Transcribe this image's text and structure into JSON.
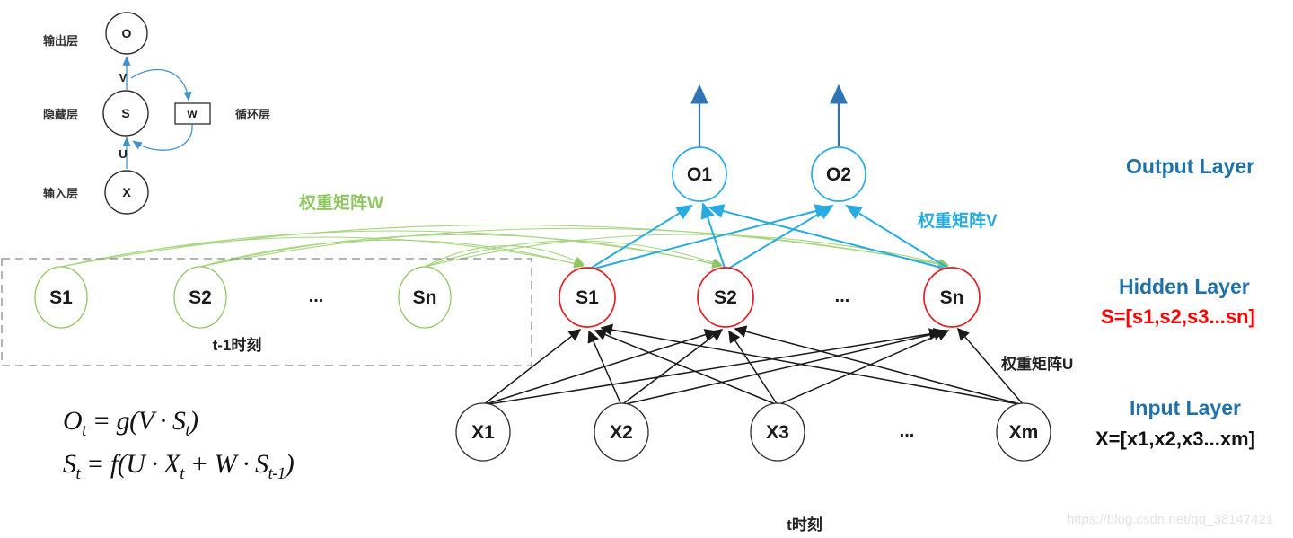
{
  "colors": {
    "green": "#8fc662",
    "red": "#e31e24",
    "light_blue": "#29abe2",
    "steel_blue": "#2e75b6",
    "mini_arrow_blue": "#4292c6",
    "label_blue": "#2171a9",
    "black": "#1a1a1a",
    "dash_gray": "#999999",
    "watermark_gray": "#e4e4e4"
  },
  "mini_diagram": {
    "output_layer_label": "输出层",
    "hidden_layer_label": "隐藏层",
    "input_layer_label": "输入层",
    "recurrent_layer_label": "循环层",
    "node_o": "O",
    "node_s": "S",
    "node_x": "X",
    "node_w": "w",
    "edge_v": "V",
    "edge_u": "U"
  },
  "prev_time": {
    "node_s1": "S1",
    "node_s2": "S2",
    "dots": "...",
    "node_sn": "Sn",
    "time_label": "t-1时刻"
  },
  "current_time": {
    "weight_w_label": "权重矩阵W",
    "weight_v_label": "权重矩阵V",
    "weight_u_label": "权重矩阵U",
    "output": {
      "node_o1": "O1",
      "node_o2": "O2"
    },
    "hidden": {
      "node_s1": "S1",
      "node_s2": "S2",
      "dots": "...",
      "node_sn": "Sn"
    },
    "input": {
      "node_x1": "X1",
      "node_x2": "X2",
      "node_x3": "X3",
      "dots": "...",
      "node_xm": "Xm"
    },
    "time_label": "t时刻"
  },
  "legend": {
    "output_title": "Output Layer",
    "hidden_title": "Hidden Layer",
    "hidden_vector": "S=[s1,s2,s3...sn]",
    "input_title": "Input Layer",
    "input_vector": "X=[x1,x2,x3...xm]"
  },
  "formulas": {
    "o": {
      "lhs": "O",
      "lhs_sub": "t",
      "mid": " = g(V · S",
      "mid_sub": "t",
      "end": ")"
    },
    "s": {
      "lhs": "S",
      "lhs_sub": "t",
      "mid": " = f(U · X",
      "mid_sub": "t",
      "mid2": " + W · S",
      "mid2_sub": "t-1",
      "end": ")"
    }
  },
  "watermark": "https://blog.csdn.net/qq_38147421"
}
